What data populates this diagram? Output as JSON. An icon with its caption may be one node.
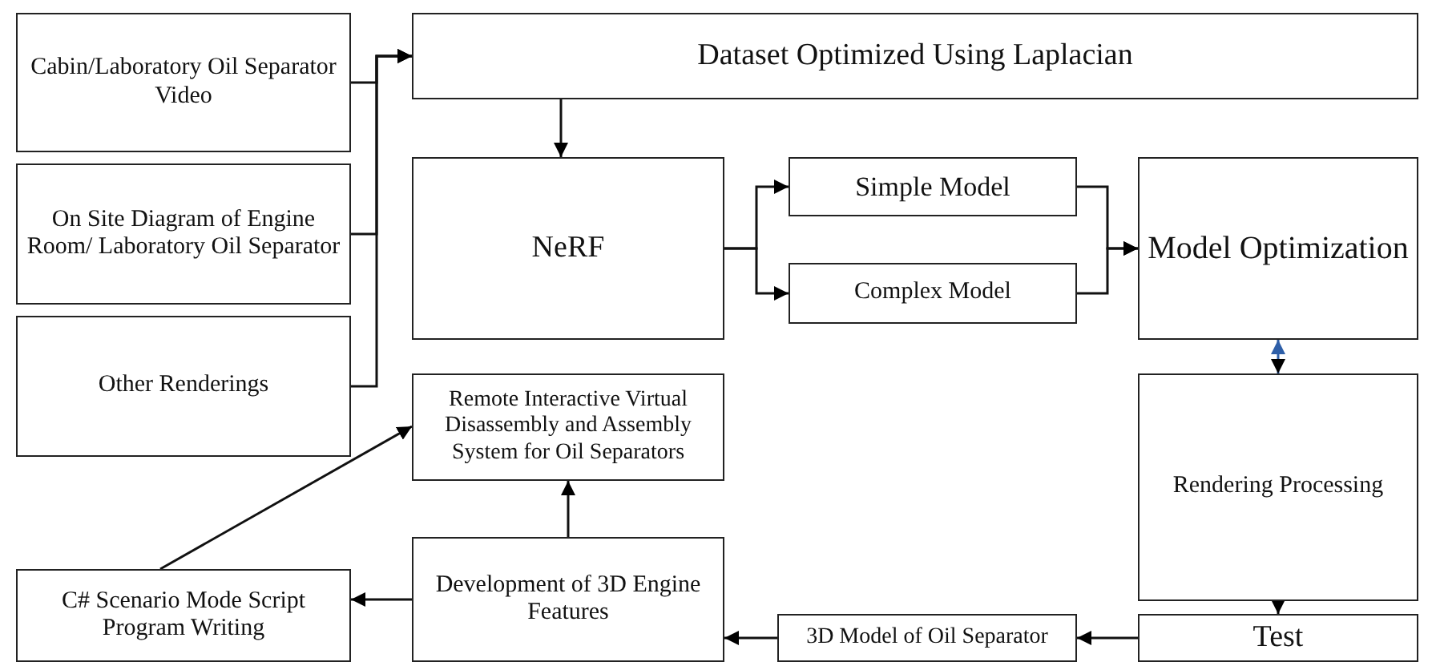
{
  "diagram": {
    "nodes": [
      {
        "text": [
          "Cabin/Laboratory Oil Separator Video"
        ]
      },
      {
        "text": [
          "On Site Diagram of Engine Room/ Laboratory Oil Separator"
        ]
      },
      {
        "text": [
          "Other Renderings"
        ]
      },
      {
        "text": [
          "Dataset Optimized Using Laplacian"
        ]
      },
      {
        "text": [
          "NeRF"
        ]
      },
      {
        "text": [
          "Simple Model"
        ]
      },
      {
        "text": [
          "Complex Model"
        ]
      },
      {
        "text": [
          "Model Optimization"
        ]
      },
      {
        "text": [
          "Rendering Processing"
        ]
      },
      {
        "text": [
          "Test"
        ]
      },
      {
        "text": [
          "3D Model of Oil Separator"
        ]
      },
      {
        "text": [
          "Development of 3D Engine Features"
        ]
      },
      {
        "text": [
          "C# Scenario Mode Script Program Writing"
        ]
      },
      {
        "text": [
          "Remote Interactive Virtual Disassembly and Assembly System for Oil Separators"
        ]
      }
    ],
    "edges": [
      {
        "from": 0,
        "to": 3,
        "arrow": "to"
      },
      {
        "from": 1,
        "to": 3,
        "arrow": "to"
      },
      {
        "from": 2,
        "to": 3,
        "arrow": "to"
      },
      {
        "from": 3,
        "to": 4,
        "arrow": "to"
      },
      {
        "from": 4,
        "to": 5,
        "arrow": "to"
      },
      {
        "from": 4,
        "to": 6,
        "arrow": "to"
      },
      {
        "from": 5,
        "to": 7,
        "arrow": "to"
      },
      {
        "from": 6,
        "to": 7,
        "arrow": "to"
      },
      {
        "from": 7,
        "to": 8,
        "arrow": "both",
        "color": "#2e5fa8"
      },
      {
        "from": 8,
        "to": 9,
        "arrow": "to"
      },
      {
        "from": 9,
        "to": 10,
        "arrow": "to"
      },
      {
        "from": 10,
        "to": 11,
        "arrow": "to"
      },
      {
        "from": 11,
        "to": 12,
        "arrow": "to"
      },
      {
        "from": 11,
        "to": 13,
        "arrow": "to"
      },
      {
        "from": 12,
        "to": 13,
        "arrow": "to"
      }
    ]
  }
}
